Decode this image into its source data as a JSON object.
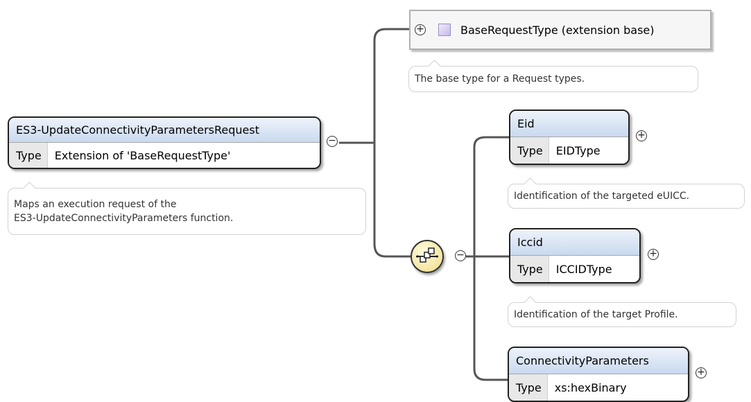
{
  "root": {
    "name": "ES3-UpdateConnectivityParametersRequest",
    "type_label": "Type",
    "type_value": "Extension of 'BaseRequestType'",
    "annotation_line1": "Maps an execution request of the",
    "annotation_line2": "ES3-UpdateConnectivityParameters function."
  },
  "base": {
    "label": "BaseRequestType (extension base)",
    "annotation": "The base type for a Request types."
  },
  "elements": [
    {
      "name": "Eid",
      "type_label": "Type",
      "type_value": "EIDType",
      "annotation": "Identification of the targeted eUICC."
    },
    {
      "name": "Iccid",
      "type_label": "Type",
      "type_value": "ICCIDType",
      "annotation": "Identification of the target Profile."
    },
    {
      "name": "ConnectivityParameters",
      "type_label": "Type",
      "type_value": "xs:hexBinary"
    }
  ],
  "toggles": {
    "expand": "+",
    "collapse": "−"
  },
  "colors": {
    "element_header": "#c9d9ef",
    "compositor": "#f0dc86",
    "base_swatch": "#c6b9ea",
    "connector": "#555555"
  }
}
